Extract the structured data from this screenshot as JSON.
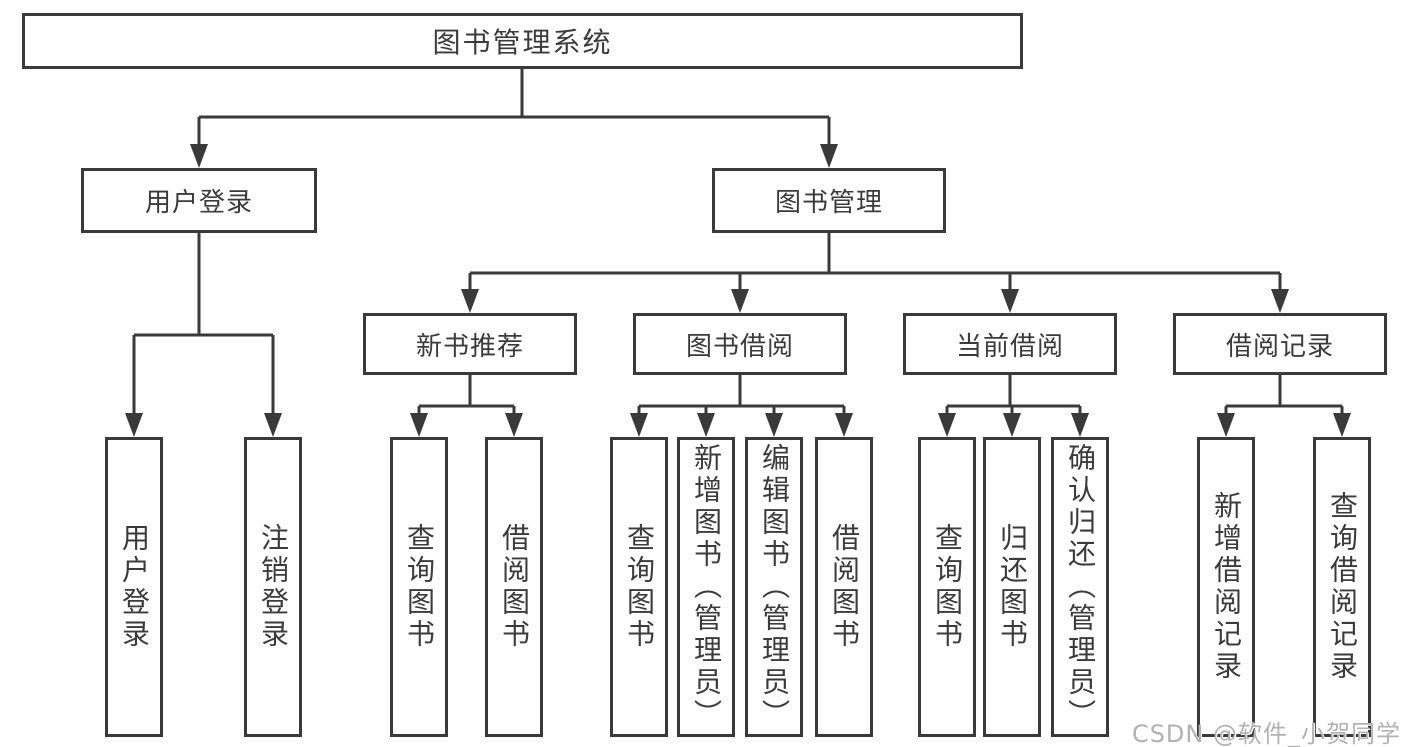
{
  "diagram": {
    "title": "图书管理系统",
    "root": {
      "label": "图书管理系统"
    },
    "level2": [
      {
        "label": "用户登录"
      },
      {
        "label": "图书管理"
      }
    ],
    "level3": [
      {
        "label": "新书推荐"
      },
      {
        "label": "图书借阅"
      },
      {
        "label": "当前借阅"
      },
      {
        "label": "借阅记录"
      }
    ],
    "leaves": {
      "user_login": [
        {
          "label": "用户登录"
        },
        {
          "label": "注销登录"
        }
      ],
      "new_books": [
        {
          "label": "查询图书"
        },
        {
          "label": "借阅图书"
        }
      ],
      "book_borrow": [
        {
          "label": "查询图书"
        },
        {
          "label": "新增图书（管理员）"
        },
        {
          "label": "编辑图书（管理员）"
        },
        {
          "label": "借阅图书"
        }
      ],
      "current_borrow": [
        {
          "label": "查询图书"
        },
        {
          "label": "归还图书"
        },
        {
          "label": "确认归还（管理员）"
        }
      ],
      "borrow_records": [
        {
          "label": "新增借阅记录"
        },
        {
          "label": "查询借阅记录"
        }
      ]
    }
  },
  "watermark": {
    "text": "CSDN @软件_小贺同学"
  },
  "colors": {
    "line": "#3a3a3a",
    "border": "#3a3a3a",
    "text": "#3b3b3b",
    "watermark": "#b2b2b2",
    "background": "#ffffff"
  }
}
